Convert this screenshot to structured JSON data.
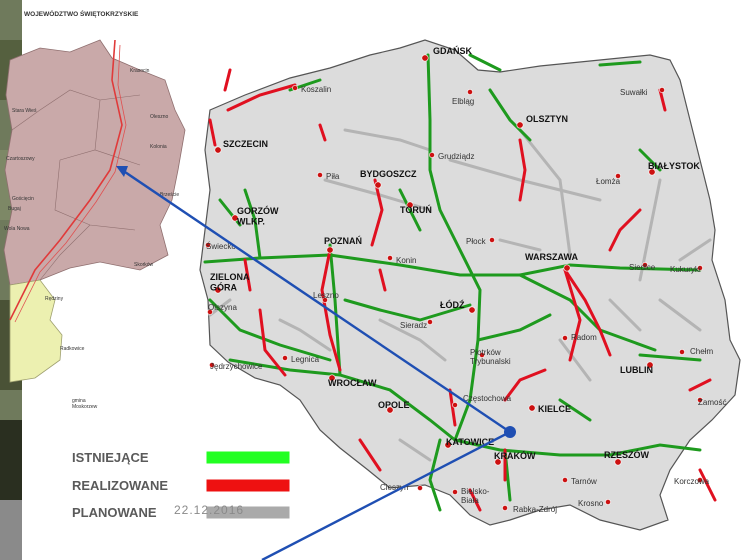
{
  "inset": {
    "title": "WOJEWÓDZTWO ŚWIĘTOKRZYSKIE",
    "labels": [
      {
        "name": "inset-label-1",
        "text": "Krasocin"
      },
      {
        "name": "inset-label-2",
        "text": "Stara Wieś"
      },
      {
        "name": "inset-label-3",
        "text": "Oleszno"
      },
      {
        "name": "inset-label-4",
        "text": "Czartoszowy"
      },
      {
        "name": "inset-label-5",
        "text": "Kolonia"
      },
      {
        "name": "inset-label-6",
        "text": "Brzeście"
      },
      {
        "name": "inset-label-7",
        "text": "Gościęcin"
      },
      {
        "name": "inset-label-8",
        "text": "Bugaj"
      },
      {
        "name": "inset-label-9",
        "text": "Wola Nowa"
      },
      {
        "name": "inset-label-10",
        "text": "Skorków"
      },
      {
        "name": "inset-label-11",
        "text": "Rędziny"
      },
      {
        "name": "inset-label-12",
        "text": "Radkowice"
      },
      {
        "name": "inset-label-13",
        "text": "gmina\nMoskorzew"
      }
    ]
  },
  "cities": [
    {
      "name": "city-gdansk",
      "label": "GDAŃSK",
      "major": true
    },
    {
      "name": "city-koszalin",
      "label": "Koszalin",
      "major": false
    },
    {
      "name": "city-elblag",
      "label": "Elbląg",
      "major": false
    },
    {
      "name": "city-olsztyn",
      "label": "OLSZTYN",
      "major": true
    },
    {
      "name": "city-suwalki",
      "label": "Suwałki",
      "major": false
    },
    {
      "name": "city-szczecin",
      "label": "SZCZECIN",
      "major": true
    },
    {
      "name": "city-grudziadz",
      "label": "Grudziądz",
      "major": false
    },
    {
      "name": "city-bydgoszcz",
      "label": "BYDGOSZCZ",
      "major": true
    },
    {
      "name": "city-pila",
      "label": "Piła",
      "major": false
    },
    {
      "name": "city-lomza",
      "label": "Łomża",
      "major": false
    },
    {
      "name": "city-bialystok",
      "label": "BIAŁYSTOK",
      "major": true
    },
    {
      "name": "city-torun",
      "label": "TORUŃ",
      "major": true
    },
    {
      "name": "city-gorzow",
      "label": "GORZÓW\nWLKP.",
      "major": true
    },
    {
      "name": "city-poznan",
      "label": "POZNAŃ",
      "major": true
    },
    {
      "name": "city-konin",
      "label": "Konin",
      "major": false
    },
    {
      "name": "city-plock",
      "label": "Płock",
      "major": false
    },
    {
      "name": "city-warszawa",
      "label": "WARSZAWA",
      "major": true
    },
    {
      "name": "city-siedlce",
      "label": "Siedlce",
      "major": false
    },
    {
      "name": "city-zielona-gora",
      "label": "ZIELONA\nGÓRA",
      "major": true
    },
    {
      "name": "city-leszno",
      "label": "Leszno",
      "major": false
    },
    {
      "name": "city-lodz",
      "label": "ŁÓDŹ",
      "major": true
    },
    {
      "name": "city-sieradz",
      "label": "Sieradz",
      "major": false
    },
    {
      "name": "city-radom",
      "label": "Radom",
      "major": false
    },
    {
      "name": "city-legnica",
      "label": "Legnica",
      "major": false
    },
    {
      "name": "city-piotrkow",
      "label": "Piotrków\nTrybunalski",
      "major": false
    },
    {
      "name": "city-chelm",
      "label": "Chełm",
      "major": false
    },
    {
      "name": "city-lublin",
      "label": "LUBLIN",
      "major": true
    },
    {
      "name": "city-wroclaw",
      "label": "WROCŁAW",
      "major": true
    },
    {
      "name": "city-opole",
      "label": "OPOLE",
      "major": true
    },
    {
      "name": "city-czestochowa",
      "label": "Częstochowa",
      "major": false
    },
    {
      "name": "city-kielce",
      "label": "KIELCE",
      "major": true
    },
    {
      "name": "city-zamosc",
      "label": "Zamość",
      "major": false
    },
    {
      "name": "city-katowice",
      "label": "KATOWICE",
      "major": true
    },
    {
      "name": "city-krakow",
      "label": "KRAKÓW",
      "major": true
    },
    {
      "name": "city-rzeszow",
      "label": "RZESZÓW",
      "major": true
    },
    {
      "name": "city-tarnow",
      "label": "Tarnów",
      "major": false
    },
    {
      "name": "city-krosno",
      "label": "Krosno",
      "major": false
    },
    {
      "name": "city-bielsko",
      "label": "Bielsko-\nBiała",
      "major": false
    },
    {
      "name": "city-rabka",
      "label": "Rabka-Zdrój",
      "major": false
    },
    {
      "name": "city-jedrzychowice",
      "label": "Jędrzychowice",
      "major": false
    },
    {
      "name": "city-olszyna",
      "label": "Olszyna",
      "major": false
    },
    {
      "name": "city-swiecko",
      "label": "Świecko",
      "major": false
    },
    {
      "name": "city-kukuryki",
      "label": "Kukuryki",
      "major": false
    },
    {
      "name": "city-korczowa",
      "label": "Korczowa",
      "major": false
    },
    {
      "name": "city-cieszyn",
      "label": "Cieszyn",
      "major": false
    }
  ],
  "legend": {
    "items": [
      {
        "name": "legend-existing",
        "label": "ISTNIEJĄCE",
        "color": "#22ff22"
      },
      {
        "name": "legend-in-progress",
        "label": "REALIZOWANE",
        "color": "#ee1111"
      },
      {
        "name": "legend-planned",
        "label": "PLANOWANE",
        "color": "#aaaaaa"
      }
    ]
  },
  "date": "22.12.2016",
  "colors": {
    "country_fill": "#dcdcdc",
    "country_border": "#555555",
    "existing_road": "#1e9a1e",
    "in_progress_road": "#e01020",
    "planned_road": "#b4b4b4",
    "city_dot": "#cc1111",
    "inset_fill": "#c9a9a9",
    "inset_yellow": "#ecf0b0",
    "pointer_line": "#1f4fb3"
  }
}
